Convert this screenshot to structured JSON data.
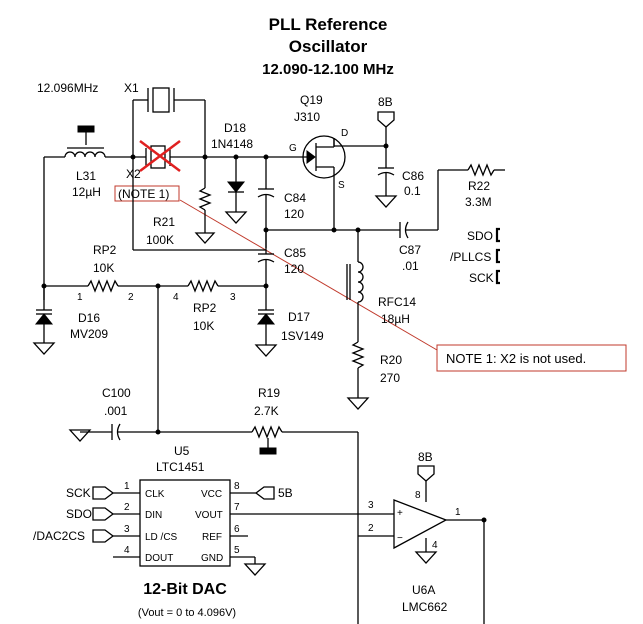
{
  "title": {
    "line1": "PLL Reference",
    "line2": "Oscillator",
    "line3": "12.090-12.100 MHz"
  },
  "components": {
    "crystal_freq": "12.096MHz",
    "x1": "X1",
    "x2": "X2",
    "l31": "L31",
    "l31_val": "12µH",
    "note1_ref": "(NOTE 1)",
    "q19": "Q19",
    "q19_part": "J310",
    "q19_g": "G",
    "q19_d": "D",
    "q19_s": "S",
    "d18": "D18",
    "d18_part": "1N4148",
    "supply_8b_top": "8B",
    "c86": "C86",
    "c86_val": "0.1",
    "c84": "C84",
    "c84_val": "120",
    "r21": "R21",
    "r21_val": "100K",
    "r22": "R22",
    "r22_val": "3.3M",
    "c87": "C87",
    "c87_val": ".01",
    "sdo_right": "SDO",
    "pllcs": "/PLLCS",
    "sck_right": "SCK",
    "rp2_a": "RP2",
    "rp2_a_val": "10K",
    "rp2_b": "RP2",
    "rp2_b_val": "10K",
    "pin1": "1",
    "pin2": "2",
    "pin3": "3",
    "pin4": "4",
    "c85": "C85",
    "c85_val": "120",
    "rfc14": "RFC14",
    "rfc14_val": "18µH",
    "d16": "D16",
    "d16_part": "MV209",
    "d17": "D17",
    "d17_part": "1SV149",
    "r20": "R20",
    "r20_val": "270",
    "c100": "C100",
    "c100_val": ".001",
    "r19": "R19",
    "r19_val": "2.7K"
  },
  "note": {
    "text": "NOTE 1:   X2 is not used."
  },
  "dac": {
    "u5": "U5",
    "part": "LTC1451",
    "pins_left": [
      {
        "num": "1",
        "name": "CLK",
        "signal": "SCK"
      },
      {
        "num": "2",
        "name": "DIN",
        "signal": "SDO"
      },
      {
        "num": "3",
        "name": "LD /CS",
        "signal": "/DAC2CS"
      },
      {
        "num": "4",
        "name": "DOUT",
        "signal": ""
      }
    ],
    "pins_right": [
      {
        "num": "8",
        "name": "VCC"
      },
      {
        "num": "7",
        "name": "VOUT"
      },
      {
        "num": "6",
        "name": "REF"
      },
      {
        "num": "5",
        "name": "GND"
      }
    ],
    "vcc_supply": "5B",
    "caption": "12-Bit DAC",
    "subcaption": "(Vout = 0 to 4.096V)"
  },
  "opamp": {
    "supply": "8B",
    "pin8": "8",
    "pin3": "3",
    "pin2": "2",
    "pin4": "4",
    "pin1": "1",
    "plus": "+",
    "minus": "−",
    "ref": "U6A",
    "part": "LMC662"
  },
  "colors": {
    "wire": "#000000",
    "note_box": "#c0392b",
    "strike": "#e02020"
  }
}
